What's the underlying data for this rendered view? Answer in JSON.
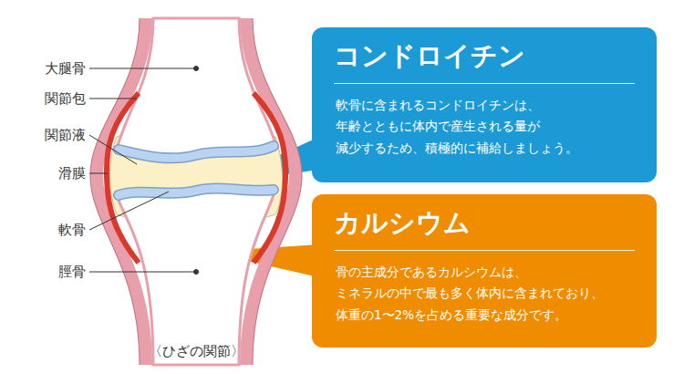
{
  "diagram": {
    "caption": "〈ひざの関節〉",
    "nodes": [
      {
        "text": [
          "コンドロイチン",
          "軟骨に含まれるコンドロイチンは、 年齢とともに体内で産生される量が 減少するため、積極的に補給しましょう。"
        ]
      },
      {
        "text": [
          "カルシウム",
          "骨の主成分であるカルシウムは、 ミネラルの中で最も多く体内に含まれており、 体重の1〜2%を占める重要な成分です。"
        ]
      }
    ],
    "labels": [
      "大腿骨",
      "関節包",
      "関節液",
      "滑膜",
      "軟骨",
      "脛骨"
    ]
  }
}
